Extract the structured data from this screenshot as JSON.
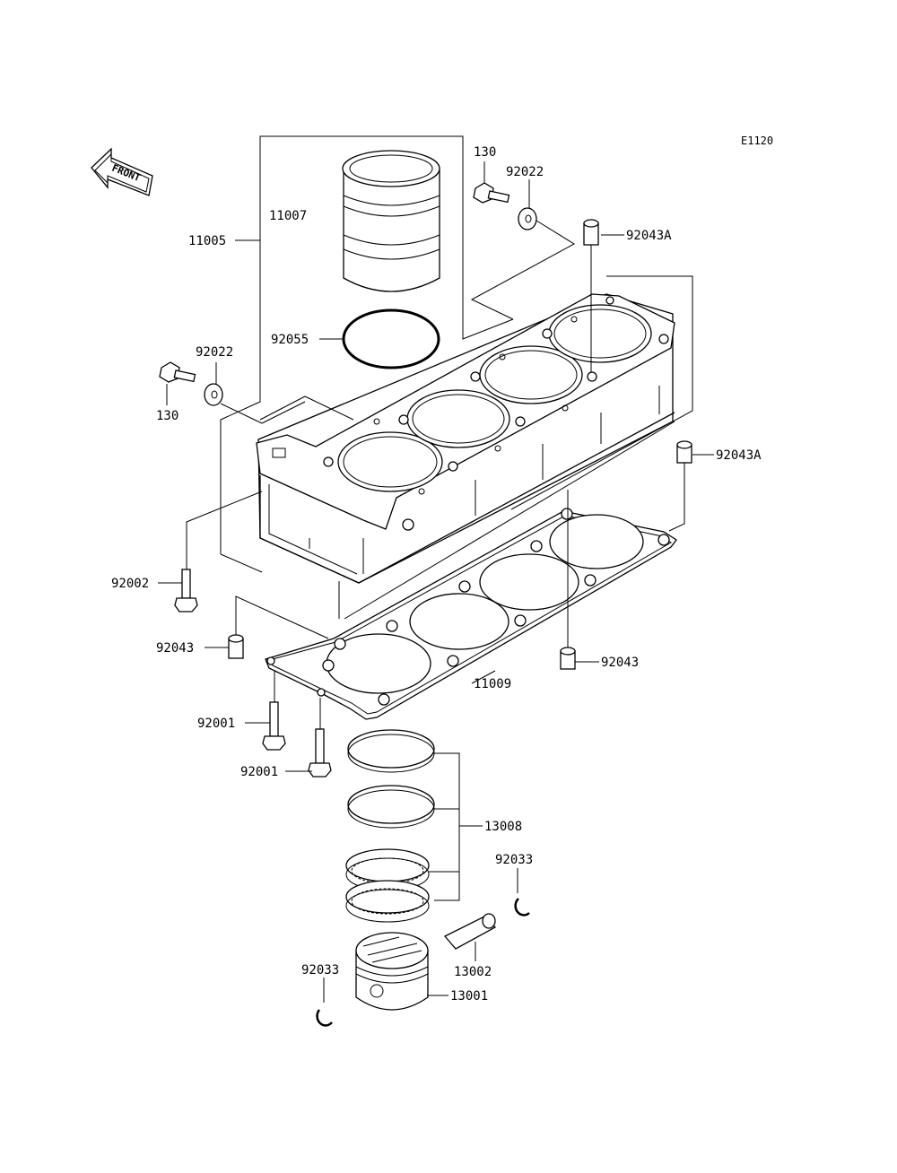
{
  "diagram_code": "E1120",
  "front_label": "FRONT",
  "parts": {
    "p130_top": "130",
    "p92022_top": "92022",
    "p92043A_top": "92043A",
    "p11005": "11005",
    "p11007": "11007",
    "p92055": "92055",
    "p92022_left": "92022",
    "p130_left": "130",
    "p92043A_right": "92043A",
    "p92002": "92002",
    "p92043_left": "92043",
    "p92043_right": "92043",
    "p11009": "11009",
    "p92001_a": "92001",
    "p92001_b": "92001",
    "p13008": "13008",
    "p92033_right": "92033",
    "p13002": "13002",
    "p92033_left": "92033",
    "p13001": "13001"
  }
}
